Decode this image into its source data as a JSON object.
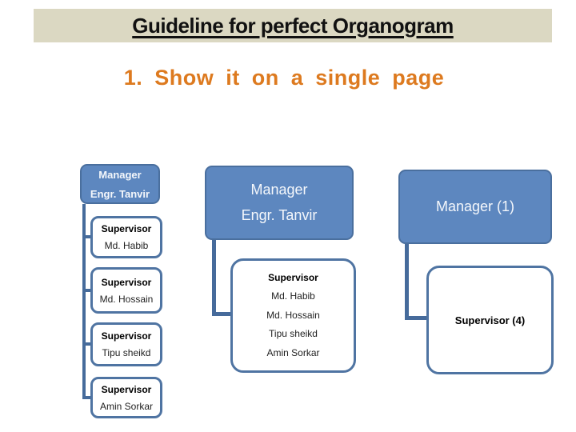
{
  "slide": {
    "title": "Guideline for perfect Organogram",
    "heading": "1. Show it on a single page"
  },
  "colors": {
    "banner_bg": "#dbd8c2",
    "heading_orange": "#dd7a1f",
    "node_blue_fill": "#5d87bf",
    "node_border_blue": "#4f74a2",
    "connector_blue": "#466b9b",
    "title_text": "#111111"
  },
  "org_left": {
    "manager": {
      "title": "Manager",
      "name": "Engr. Tanvir"
    },
    "supervisors": [
      {
        "title": "Supervisor",
        "name": "Md. Habib"
      },
      {
        "title": "Supervisor",
        "name": "Md. Hossain"
      },
      {
        "title": "Supervisor",
        "name": "Tipu sheikd"
      },
      {
        "title": "Supervisor",
        "name": "Amin Sorkar"
      }
    ]
  },
  "org_middle": {
    "manager": {
      "title": "Manager",
      "name": "Engr. Tanvir"
    },
    "supervisor_group": {
      "title": "Supervisor",
      "names": [
        "Md. Habib",
        "Md. Hossain",
        "Tipu sheikd",
        "Amin Sorkar"
      ]
    }
  },
  "org_right": {
    "manager_label": "Manager (1)",
    "supervisor_label": "Supervisor (4)"
  }
}
